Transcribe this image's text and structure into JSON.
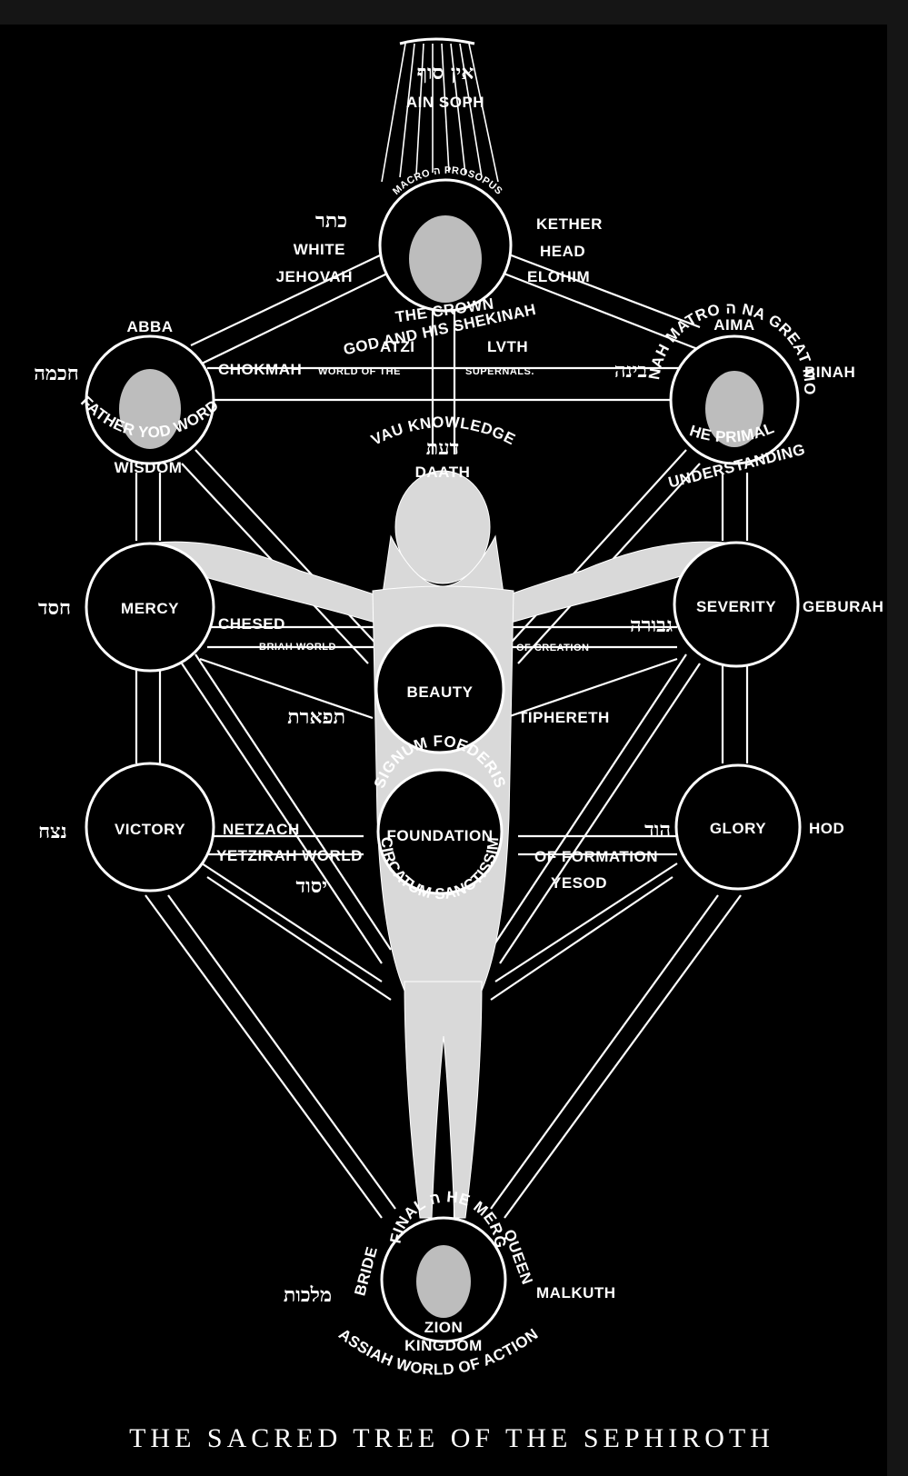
{
  "ain_soph": {
    "hebrew": "אין סוף",
    "label": "AIN SOPH"
  },
  "kether": {
    "arc": "MACRO ה PROSOPUS",
    "hebrew": "כתר",
    "left": [
      "WHITE",
      "JEHOVAH"
    ],
    "right": [
      "KETHER",
      "HEAD",
      "ELOHIM"
    ],
    "crown": "THE CROWN",
    "shekinah": "GOD AND HIS SHEKINAH",
    "atziluth_left": "ATZI",
    "atziluth_right": "LVTH"
  },
  "chokmah": {
    "top": "ABBA",
    "hebrew": "חכמה",
    "arc": "FATHER YOD WORD",
    "bottom": "WISDOM",
    "name": "CHOKMAH",
    "world": "WORLD OF THE",
    "world2": "SUPERNALS."
  },
  "binah": {
    "top": "AIMA",
    "hebrew": "בינה",
    "arc": "SHEKINAH MATRO ה NA GREAT MOTHER",
    "arc2": "HE PRIMAL",
    "bottom": "UNDERSTANDING",
    "side": "BINAH"
  },
  "daath": {
    "arc": "VAU KNOWLEDGE",
    "hebrew": "דעת",
    "label": "DAATH"
  },
  "chesed": {
    "label": "MERCY",
    "hebrew": "חסד",
    "name": "CHESED",
    "world": "BRIAH WORLD"
  },
  "geburah": {
    "label": "SEVERITY",
    "hebrew": "גבורה",
    "name": "GEBURAH",
    "world": "OF CREATION"
  },
  "tiphereth": {
    "label": "BEAUTY",
    "hebrew": "תפארת",
    "name": "TIPHERETH"
  },
  "netzach": {
    "label": "VICTORY",
    "hebrew": "נצח",
    "name": "NETZACH",
    "world": "YETZIRAH WORLD"
  },
  "hod": {
    "label": "GLORY",
    "hebrew": "הוד",
    "name": "HOD",
    "world": "OF FORMATION"
  },
  "yesod": {
    "label": "FOUNDATION",
    "hebrew": "יסוד",
    "name": "YESOD",
    "arc_top": "SIGNUM FOEDERIS",
    "arc_bottom": "CIRCATUM SANCTISSIM"
  },
  "malkuth": {
    "hebrew": "מלכות",
    "name": "MALKUTH",
    "bride": "BRIDE",
    "queen": "QUEEN",
    "inner": "HE FINAL ה HE MERGED",
    "zion": "ZION",
    "kingdom": "KINGDOM",
    "world": "ASSIAH WORLD OF ACTION"
  },
  "caption": "THE SACRED TREE OF THE SEPHIROTH"
}
